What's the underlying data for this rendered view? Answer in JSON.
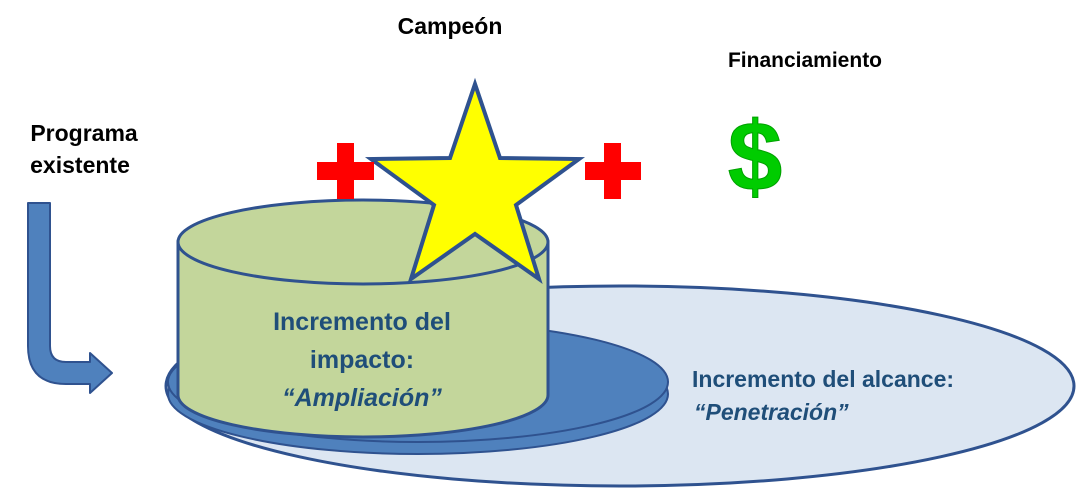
{
  "labels": {
    "champion": "Campeón",
    "funding": "Financiamiento",
    "existing_program_line1": "Programa",
    "existing_program_line2": "existente",
    "impact_line1": "Incremento del",
    "impact_line2": "impacto:",
    "impact_line3": "“Ampliación”",
    "reach_line1": "Incremento del alcance:",
    "reach_line2": "“Penetración”"
  },
  "symbols": {
    "dollar": "$"
  },
  "icons": [
    "plus-icon",
    "star-icon",
    "plus-icon",
    "dollar-icon",
    "bent-arrow-icon"
  ],
  "colors": {
    "reach_ellipse_fill": "#dce6f2",
    "reach_ellipse_stroke": "#2f528f",
    "base_ellipse_fill": "#4f81bd",
    "cylinder_fill": "#c3d69b",
    "cylinder_stroke": "#2f528f",
    "text_blue": "#1f4e79",
    "star_fill": "#ffff00",
    "star_stroke": "#2f528f",
    "plus_red": "#ff0000",
    "dollar_green": "#00cc00",
    "arrow_fill": "#4f81bd",
    "arrow_stroke": "#2f528f"
  }
}
